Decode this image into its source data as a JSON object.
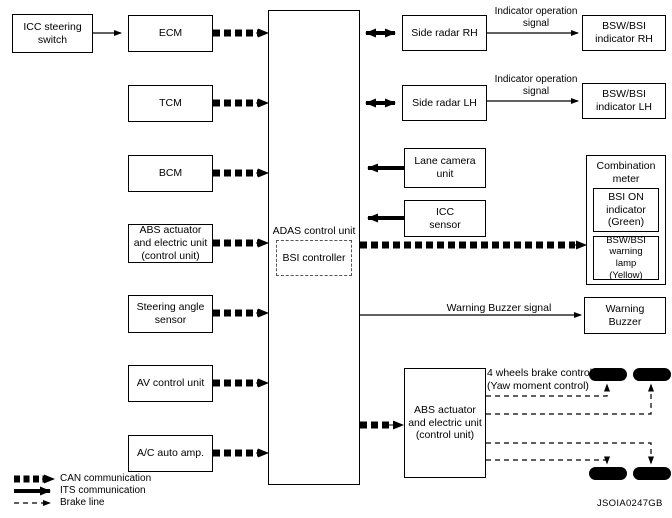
{
  "figure": {
    "id": "JSOIA0247GB",
    "title": "ADAS / BSI system block diagram"
  },
  "nodes": {
    "icc_steering_switch": "ICC steering\nswitch",
    "ecm": "ECM",
    "tcm": "TCM",
    "bcm": "BCM",
    "abs_actuator_left": "ABS actuator\nand electric unit\n(control unit)",
    "steering_angle_sensor": "Steering angle\nsensor",
    "av_control_unit": "AV control unit",
    "ac_auto_amp": "A/C auto amp.",
    "adas_control_unit": "ADAS control unit",
    "bsi_controller": "BSI controller",
    "side_radar_rh": "Side radar RH",
    "side_radar_lh": "Side radar LH",
    "lane_camera_unit": "Lane camera\nunit",
    "icc_sensor": "ICC\nsensor",
    "bsw_bsi_indicator_rh": "BSW/BSI\nindicator RH",
    "bsw_bsi_indicator_lh": "BSW/BSI\nindicator LH",
    "combination_meter": "Combination\nmeter",
    "bsi_on_indicator": "BSI ON\nindicator\n(Green)",
    "bsw_bsi_warning_lamp": "BSW/BSI\nwarning\nlamp\n(Yellow)",
    "warning_buzzer": "Warning\nBuzzer",
    "abs_actuator_right": "ABS actuator\nand electric unit\n(control unit)"
  },
  "signal_labels": {
    "indicator_operation_rh": "Indicator  operation\nsignal",
    "indicator_operation_lh": "Indicator operation\nsignal",
    "warning_buzzer_signal": "Warning Buzzer signal",
    "four_wheels_brake_control": "4 wheels brake control\n(Yaw moment control)"
  },
  "legend": [
    {
      "key": "can",
      "label": "CAN communication",
      "style": "dashed-thick-arrow"
    },
    {
      "key": "its",
      "label": "ITS communication",
      "style": "solid-thick-arrow"
    },
    {
      "key": "brake",
      "label": "Brake line",
      "style": "dashed-thin-arrow"
    }
  ],
  "colors": {
    "line": "#000000",
    "box_border": "#000000",
    "dashed_border": "#555555",
    "background": "#ffffff",
    "wheel_fill": "#000000"
  }
}
